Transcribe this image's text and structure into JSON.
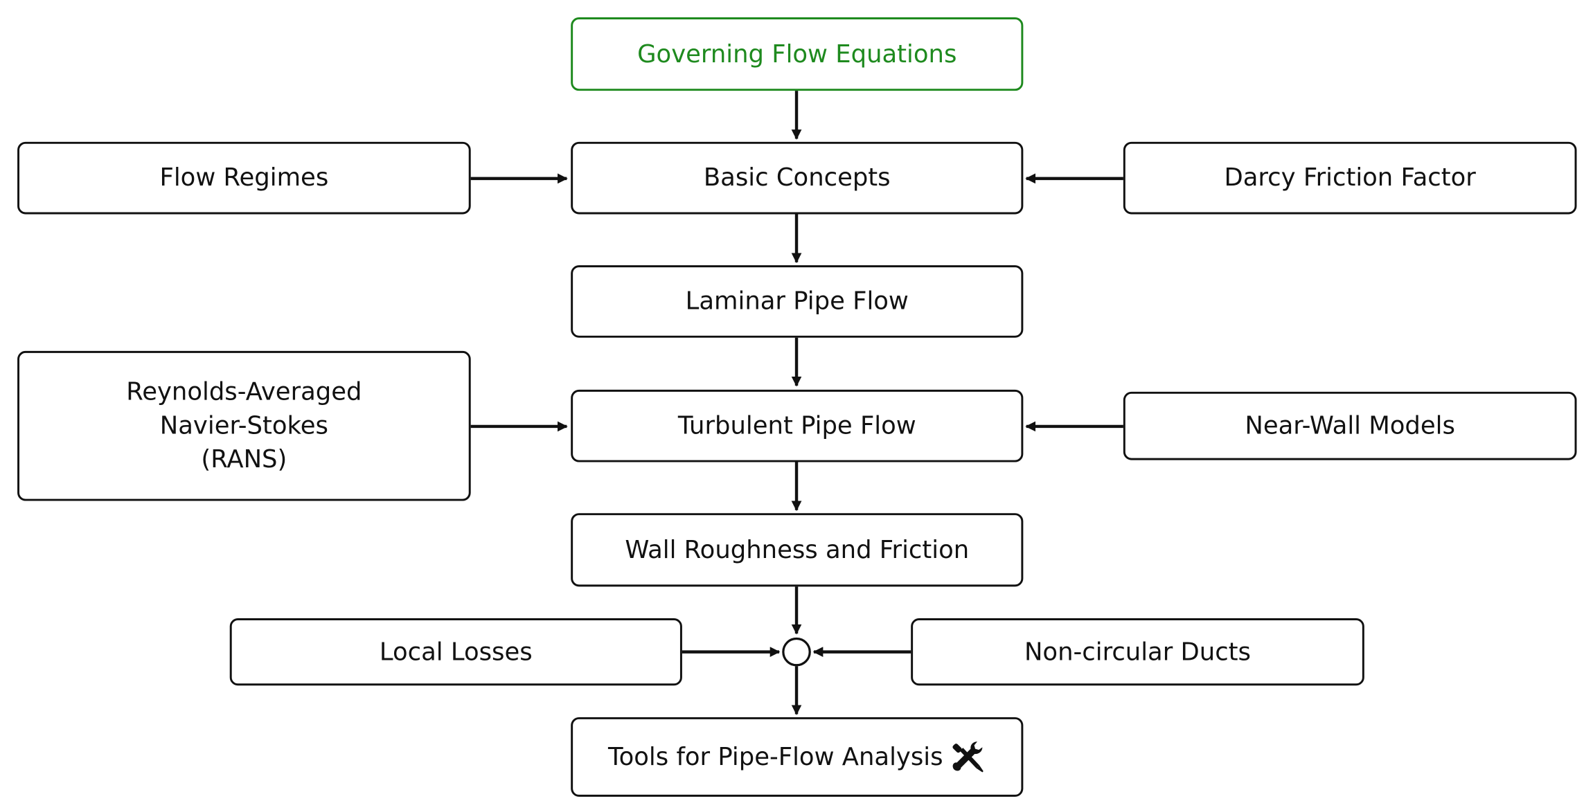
{
  "diagram": {
    "root": {
      "label": "Governing Flow Equations",
      "color": "#1e8a1e"
    },
    "nodes": {
      "basic": "Basic Concepts",
      "flow_regimes": "Flow Regimes",
      "darcy": "Darcy Friction Factor",
      "laminar": "Laminar Pipe Flow",
      "turbulent": "Turbulent Pipe Flow",
      "rans": "Reynolds-Averaged\nNavier-Stokes\n(RANS)",
      "near_wall": "Near-Wall Models",
      "roughness": "Wall Roughness and Friction",
      "local_losses": "Local Losses",
      "noncircular": "Non-circular Ducts",
      "tools": "Tools for Pipe-Flow Analysis"
    },
    "tools_icon": "tools-icon",
    "junction_icon": "junction-circle"
  }
}
